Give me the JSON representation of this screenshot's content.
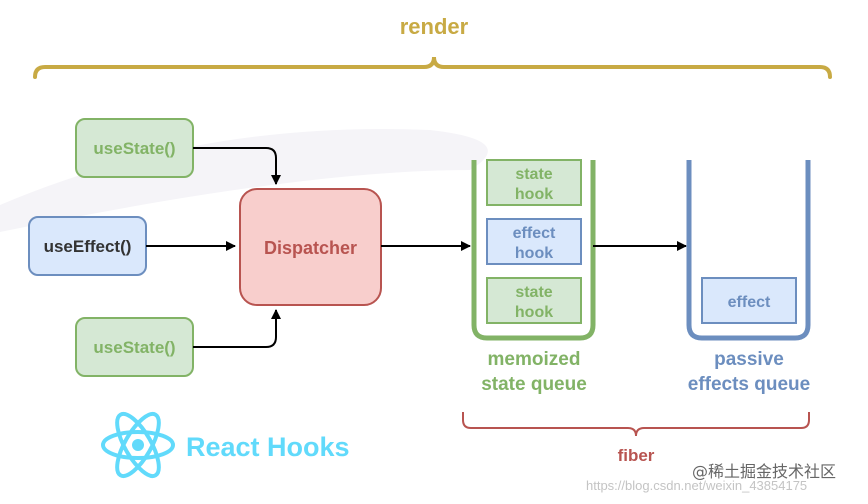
{
  "render_label": "render",
  "hooks": {
    "use_state_top": "useState()",
    "use_effect": "useEffect()",
    "use_state_bottom": "useState()"
  },
  "dispatcher_label": "Dispatcher",
  "state_queue": {
    "hooks": [
      {
        "line1": "state",
        "line2": "hook"
      },
      {
        "line1": "effect",
        "line2": "hook"
      },
      {
        "line1": "state",
        "line2": "hook"
      }
    ],
    "caption_line1": "memoized",
    "caption_line2": "state queue"
  },
  "effects_queue": {
    "item": "effect",
    "caption_line1": "passive",
    "caption_line2": "effects queue"
  },
  "fiber_label": "fiber",
  "logo_text": "React Hooks",
  "watermark_text": "https://blog.csdn.net/weixin_43854175",
  "community_text": "@稀土掘金技术社区",
  "colors": {
    "render": "#c8aa44",
    "green_fill": "#d5e8d4",
    "green_stroke": "#82b366",
    "green_text": "#82b366",
    "blue_fill": "#dae8fc",
    "blue_stroke": "#6c8ebf",
    "blue_text": "#6c8ebf",
    "red_fill": "#f8cecc",
    "red_stroke": "#b85450",
    "fiber": "#b85450",
    "react": "#61dafb"
  }
}
